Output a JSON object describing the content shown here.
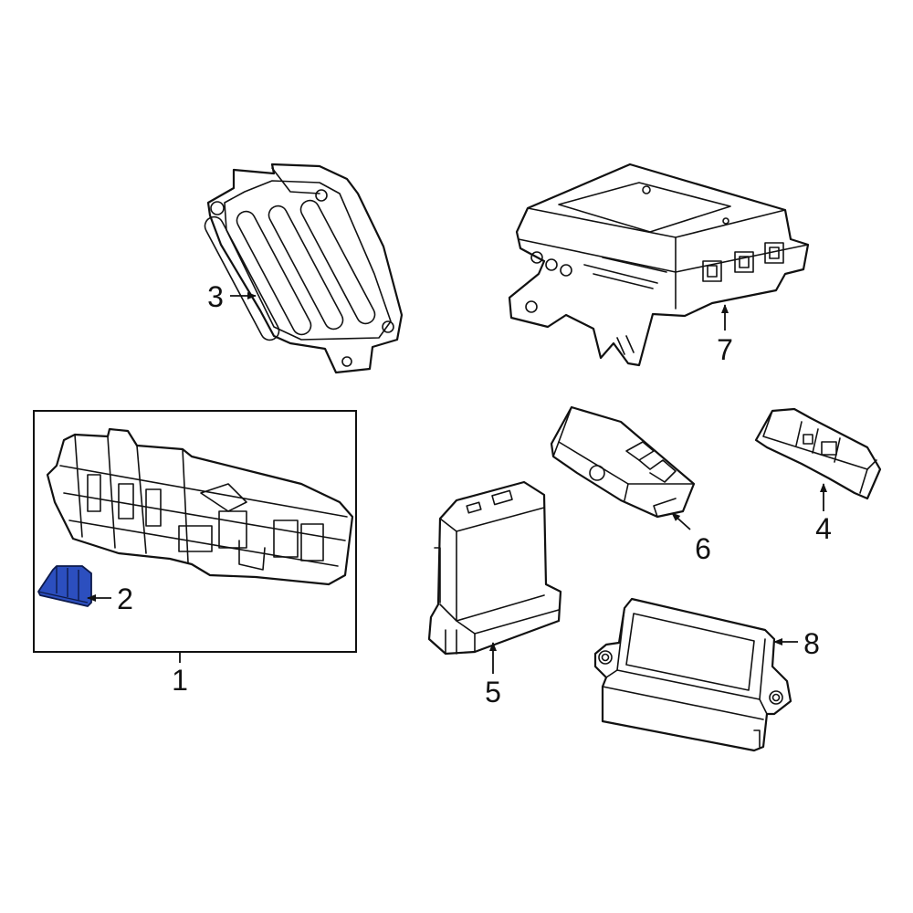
{
  "callouts": {
    "c1": "1",
    "c2": "2",
    "c3": "3",
    "c4": "4",
    "c5": "5",
    "c6": "6",
    "c7": "7",
    "c8": "8"
  },
  "colors": {
    "highlight": "#2c4fbf",
    "line": "#111111",
    "background": "#ffffff"
  }
}
